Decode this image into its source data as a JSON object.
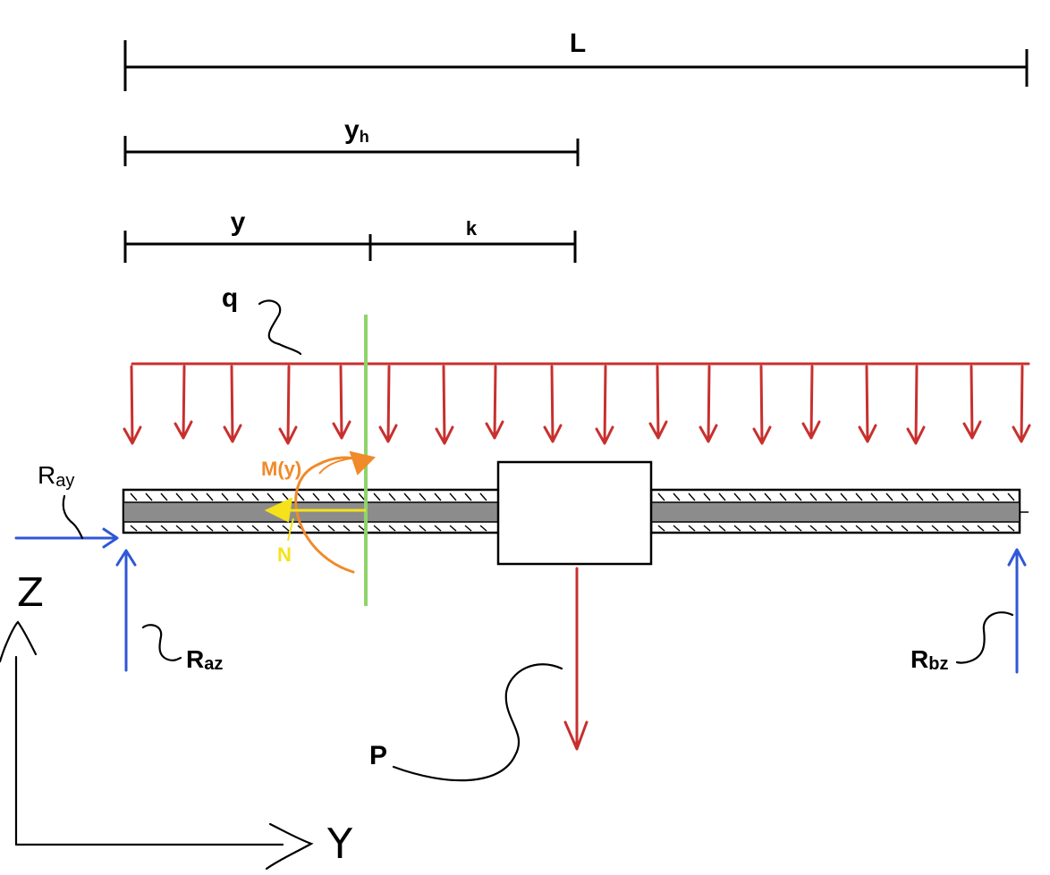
{
  "labels": {
    "L": "L",
    "yh_main": "y",
    "yh_sub": "h",
    "y": "y",
    "k": "k",
    "q": "q",
    "M": "M(y)",
    "N": "N",
    "Ray_main": "R",
    "Ray_sub": "ay",
    "Raz_main": "R",
    "Raz_sub": "az",
    "Rbz_main": "R",
    "Rbz_sub": "bz",
    "P": "P",
    "axis_z": "Z",
    "axis_y": "Y"
  },
  "colors": {
    "distributed_load": "#c8302e",
    "reactions": "#2f57d6",
    "section_cut": "#8fd46a",
    "moment": "#f08a2a",
    "normal_force": "#f5e21a",
    "beam_core": "#8c8c8c"
  }
}
